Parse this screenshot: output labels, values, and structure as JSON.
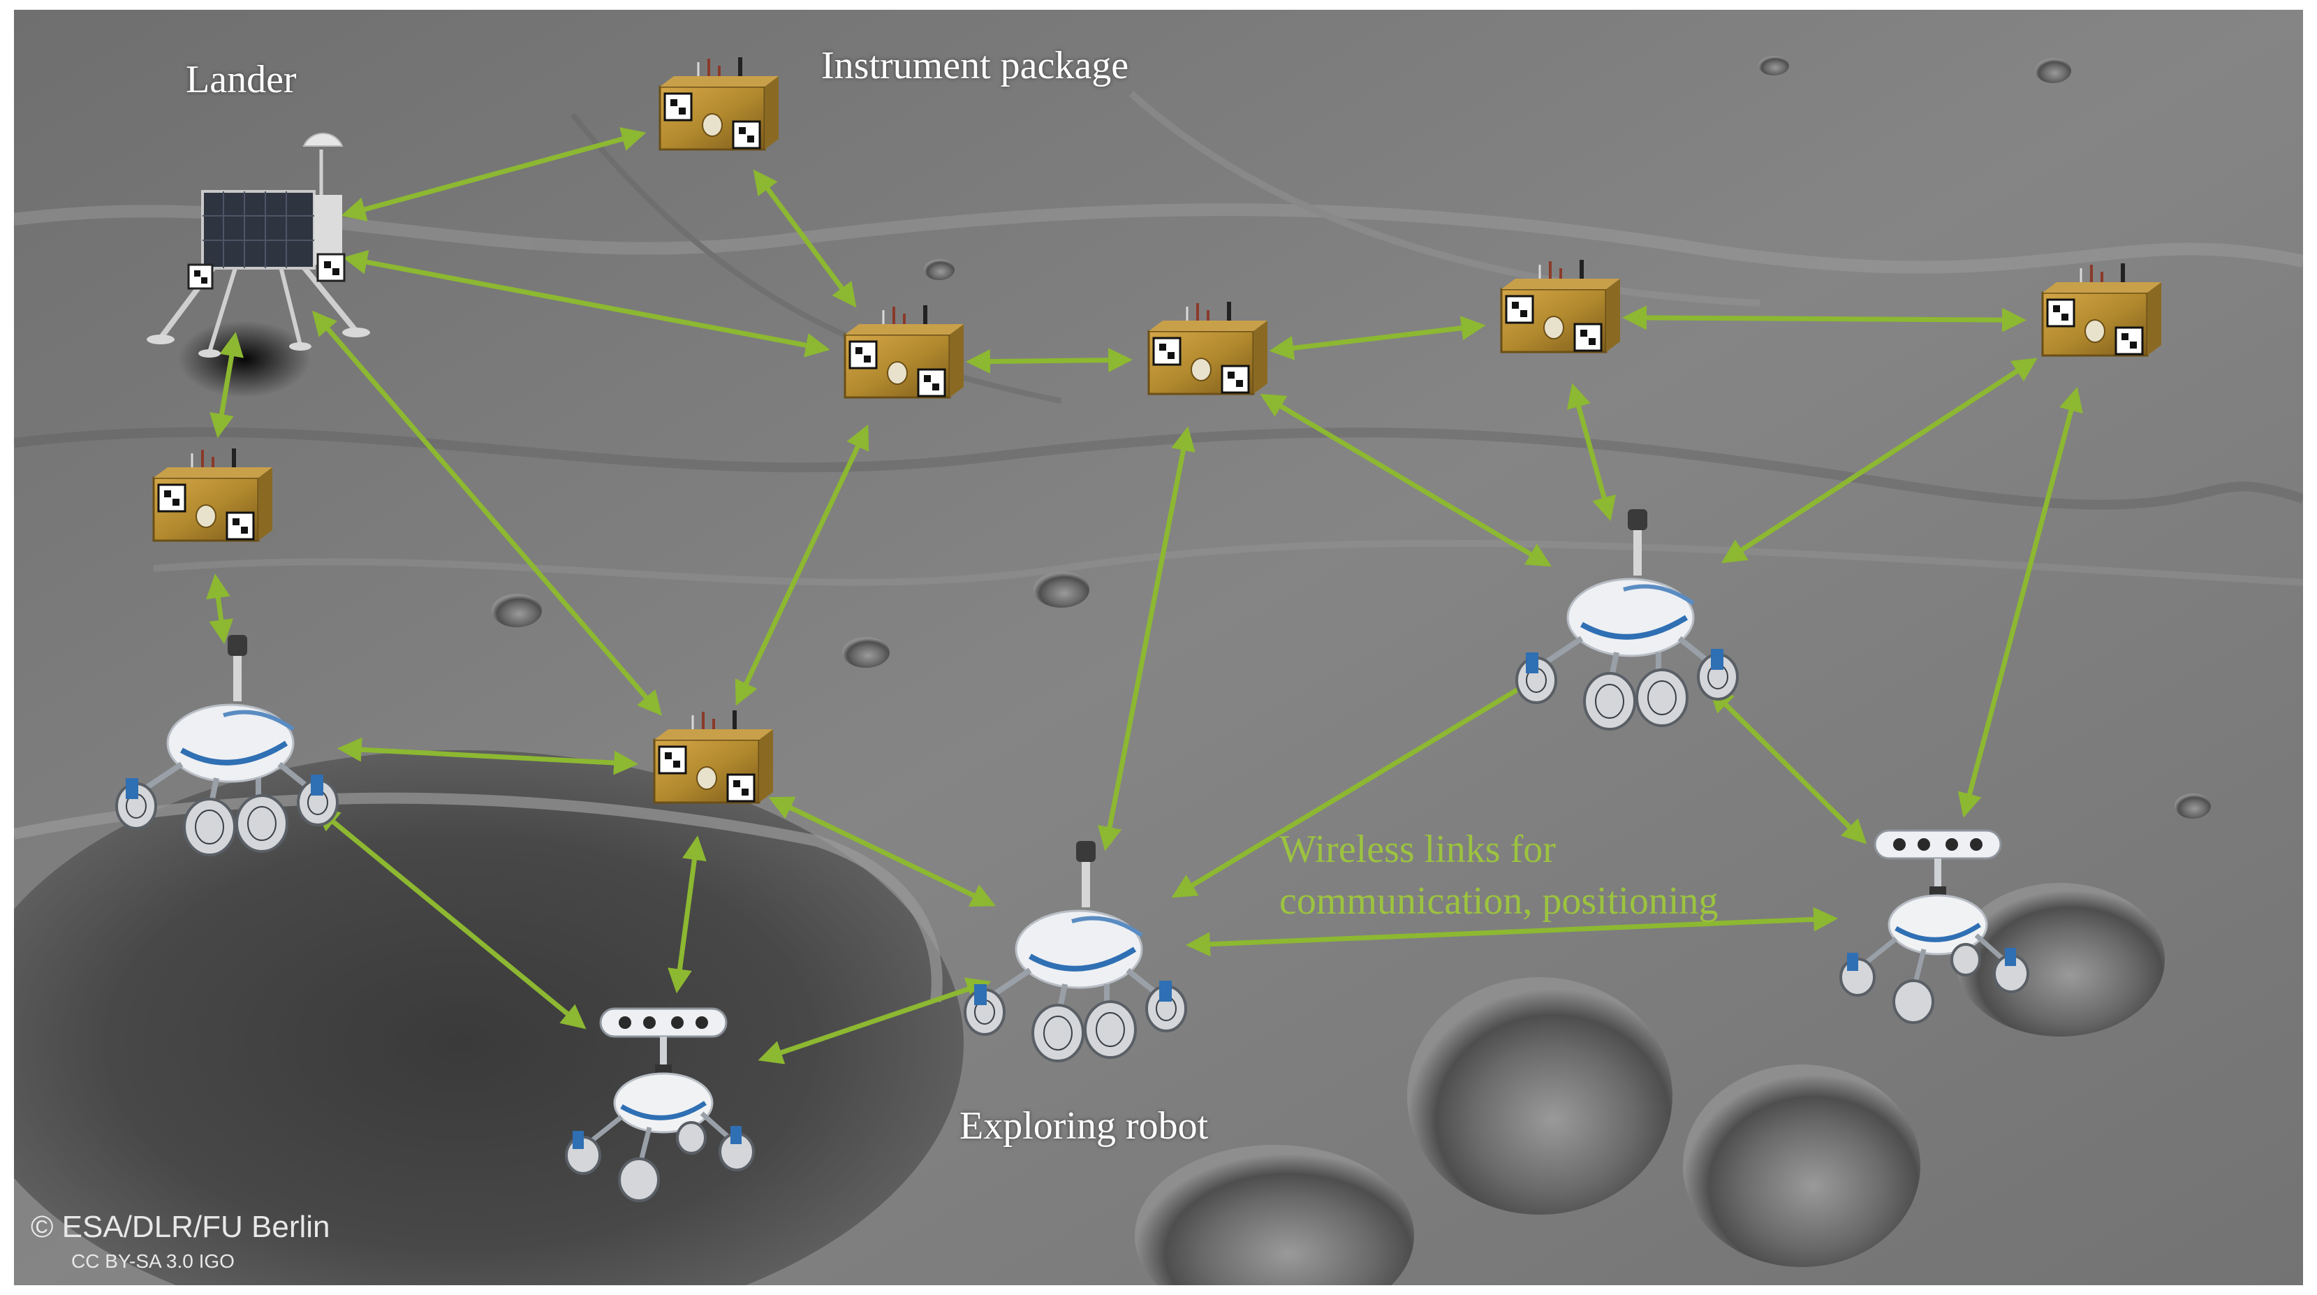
{
  "labels": {
    "lander": "Lander",
    "instrument_package": "Instrument package",
    "exploring_robot": "Exploring robot",
    "wireless_line1": "Wireless links for",
    "wireless_line2": "communication, positioning"
  },
  "credit": {
    "copyright": "© ESA/DLR/FU Berlin",
    "license": "CC BY-SA 3.0 IGO"
  },
  "colors": {
    "link_arrow": "#8db831",
    "wireless_text": "#9cc33f",
    "label_text": "#ffffff",
    "package_gold": "#b38a2e"
  },
  "nodes": [
    {
      "id": "lander",
      "type": "lander"
    },
    {
      "id": "pkg-top",
      "type": "instrument-package"
    },
    {
      "id": "pkg-left",
      "type": "instrument-package"
    },
    {
      "id": "pkg-center-1",
      "type": "instrument-package"
    },
    {
      "id": "pkg-center-2",
      "type": "instrument-package"
    },
    {
      "id": "pkg-right-1",
      "type": "instrument-package"
    },
    {
      "id": "pkg-right-2",
      "type": "instrument-package"
    },
    {
      "id": "pkg-mid",
      "type": "instrument-package"
    },
    {
      "id": "robot-left",
      "type": "rover"
    },
    {
      "id": "robot-crater",
      "type": "scout-rover"
    },
    {
      "id": "robot-center",
      "type": "rover"
    },
    {
      "id": "robot-right-upper",
      "type": "rover"
    },
    {
      "id": "robot-right-lower",
      "type": "scout-rover"
    }
  ],
  "links": [
    [
      "pkg-top",
      "lander"
    ],
    [
      "pkg-top",
      "pkg-center-1"
    ],
    [
      "lander",
      "pkg-center-1"
    ],
    [
      "lander",
      "pkg-left"
    ],
    [
      "lander",
      "pkg-mid"
    ],
    [
      "pkg-center-1",
      "pkg-center-2"
    ],
    [
      "pkg-center-2",
      "pkg-right-1"
    ],
    [
      "pkg-right-1",
      "pkg-right-2"
    ],
    [
      "pkg-left",
      "robot-left"
    ],
    [
      "pkg-center-1",
      "pkg-mid"
    ],
    [
      "robot-left",
      "pkg-mid"
    ],
    [
      "robot-left",
      "robot-crater"
    ],
    [
      "pkg-mid",
      "robot-crater"
    ],
    [
      "pkg-mid",
      "robot-center"
    ],
    [
      "robot-crater",
      "robot-center"
    ],
    [
      "pkg-center-2",
      "robot-center"
    ],
    [
      "pkg-center-2",
      "robot-right-upper"
    ],
    [
      "pkg-right-1",
      "robot-right-upper"
    ],
    [
      "pkg-right-2",
      "robot-right-upper"
    ],
    [
      "robot-right-upper",
      "robot-center"
    ],
    [
      "robot-right-upper",
      "robot-right-lower"
    ],
    [
      "robot-center",
      "robot-right-lower"
    ],
    [
      "pkg-right-2",
      "robot-right-lower"
    ]
  ]
}
